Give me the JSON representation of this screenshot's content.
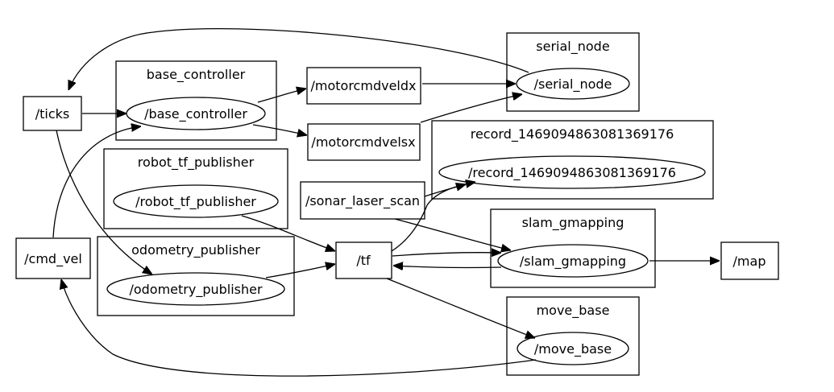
{
  "clusters": {
    "serial_node": "serial_node",
    "base_controller": "base_controller",
    "record": "record_1469094863081369176",
    "robot_tf_publisher": "robot_tf_publisher",
    "slam_gmapping": "slam_gmapping",
    "odometry_publisher": "odometry_publisher",
    "move_base": "move_base"
  },
  "nodes": {
    "serial_node": "/serial_node",
    "base_controller": "/base_controller",
    "record": "/record_1469094863081369176",
    "robot_tf_publisher": "/robot_tf_publisher",
    "slam_gmapping": "/slam_gmapping",
    "odometry_publisher": "/odometry_publisher",
    "move_base": "/move_base"
  },
  "topics": {
    "ticks": "/ticks",
    "cmd_vel": "/cmd_vel",
    "motorcmdveldx": "/motorcmdveldx",
    "motorcmdvelsx": "/motorcmdvelsx",
    "sonar_laser_scan": "/sonar_laser_scan",
    "tf": "/tf",
    "map": "/map"
  },
  "edges": [
    {
      "from": "/ticks",
      "to": "/base_controller"
    },
    {
      "from": "/ticks",
      "to": "/odometry_publisher"
    },
    {
      "from": "/serial_node",
      "to": "/ticks"
    },
    {
      "from": "/base_controller",
      "to": "/motorcmdveldx"
    },
    {
      "from": "/base_controller",
      "to": "/motorcmdvelsx"
    },
    {
      "from": "/motorcmdveldx",
      "to": "/serial_node"
    },
    {
      "from": "/motorcmdvelsx",
      "to": "/serial_node"
    },
    {
      "from": "/cmd_vel",
      "to": "/base_controller"
    },
    {
      "from": "/move_base",
      "to": "/cmd_vel"
    },
    {
      "from": "/robot_tf_publisher",
      "to": "/tf"
    },
    {
      "from": "/odometry_publisher",
      "to": "/tf"
    },
    {
      "from": "/sonar_laser_scan",
      "to": "/record_1469094863081369176"
    },
    {
      "from": "/sonar_laser_scan",
      "to": "/slam_gmapping"
    },
    {
      "from": "/tf",
      "to": "/record_1469094863081369176"
    },
    {
      "from": "/tf",
      "to": "/slam_gmapping"
    },
    {
      "from": "/slam_gmapping",
      "to": "/tf"
    },
    {
      "from": "/tf",
      "to": "/move_base"
    },
    {
      "from": "/slam_gmapping",
      "to": "/map"
    }
  ]
}
